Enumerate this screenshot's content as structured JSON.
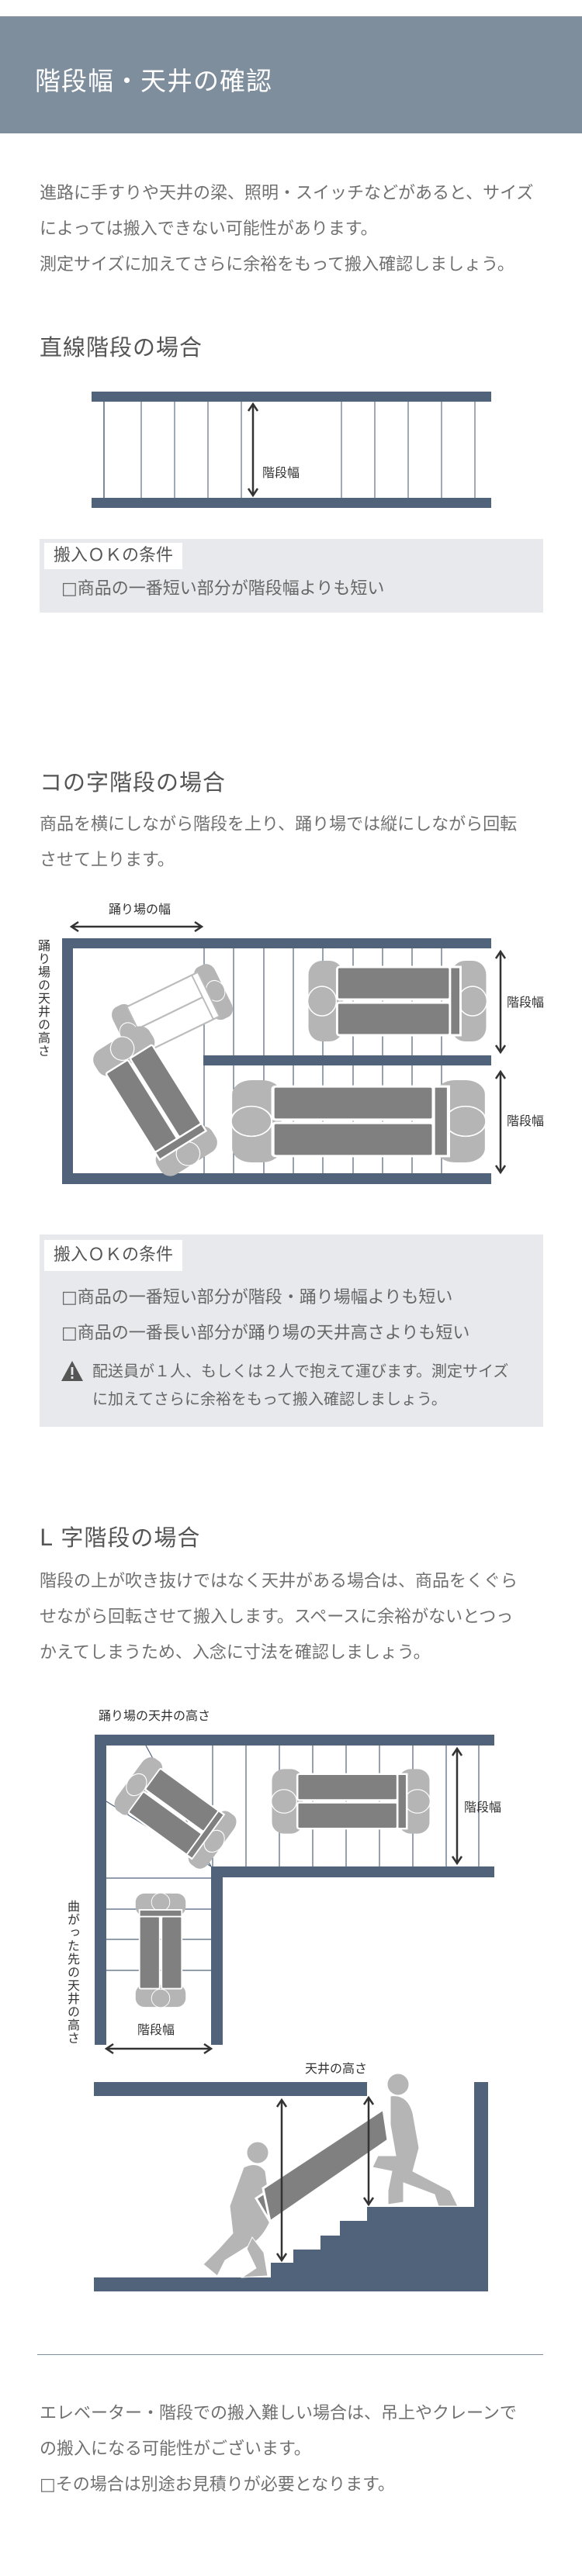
{
  "header": {
    "title": "階段幅・天井の確認"
  },
  "intro": {
    "lines": [
      "進路に手すりや天井の梁、照明・スイッチなどがあると、サイズ",
      "によっては搬入できない可能性があります。",
      "測定サイズに加えてさらに余裕をもって搬入確認しましょう。"
    ]
  },
  "straight": {
    "heading": "直線階段の場合",
    "diagram": {
      "stair_width": "階段幅"
    },
    "conditions": {
      "label": "搬入ＯＫの条件",
      "items": [
        "□商品の一番短い部分が階段幅よりも短い"
      ]
    }
  },
  "u_stair": {
    "heading": "コの字階段の場合",
    "desc": [
      "商品を横にしながら階段を上り、踊り場では縦にしながら回転",
      "させて上ります。"
    ],
    "diagram": {
      "landing_width": "踊り場の幅",
      "landing_ceiling": "踊り場の天井の高さ",
      "stair_width_top": "階段幅",
      "stair_width_bottom": "階段幅"
    },
    "conditions": {
      "label": "搬入ＯＫの条件",
      "items": [
        "□商品の一番短い部分が階段・踊り場幅よりも短い",
        "□商品の一番長い部分が踊り場の天井高さよりも短い"
      ],
      "warning_icon": "warning-triangle-icon",
      "warning": [
        "配送員が１人、もしくは２人で抱えて運びます。測定サイズ",
        "に加えてさらに余裕をもって搬入確認しましょう。"
      ]
    }
  },
  "l_stair": {
    "heading": "L 字階段の場合",
    "desc": [
      "階段の上が吹き抜けではなく天井がある場合は、商品をくぐら",
      "せながら回転させて搬入します。スペースに余裕がないとつっ",
      "かえてしまうため、入念に寸法を確認しましょう。"
    ],
    "diagram": {
      "landing_ceiling": "踊り場の天井の高さ",
      "stair_width_right": "階段幅",
      "turn_ceiling": "曲がった先の天井の高さ",
      "stair_width_bottom": "階段幅",
      "ceiling_height": "天井の高さ"
    }
  },
  "footer": {
    "lines": [
      "エレベーター・階段での搬入難しい場合は、吊上やクレーンで",
      "の搬入になる可能性がございます。",
      "□その場合は別途お見積りが必要となります。"
    ]
  },
  "colors": {
    "header": "#7f8e9d",
    "structure": "#50637a",
    "box": "#e7e9ec",
    "sofa": "#808080",
    "person": "#b5b5b5"
  }
}
